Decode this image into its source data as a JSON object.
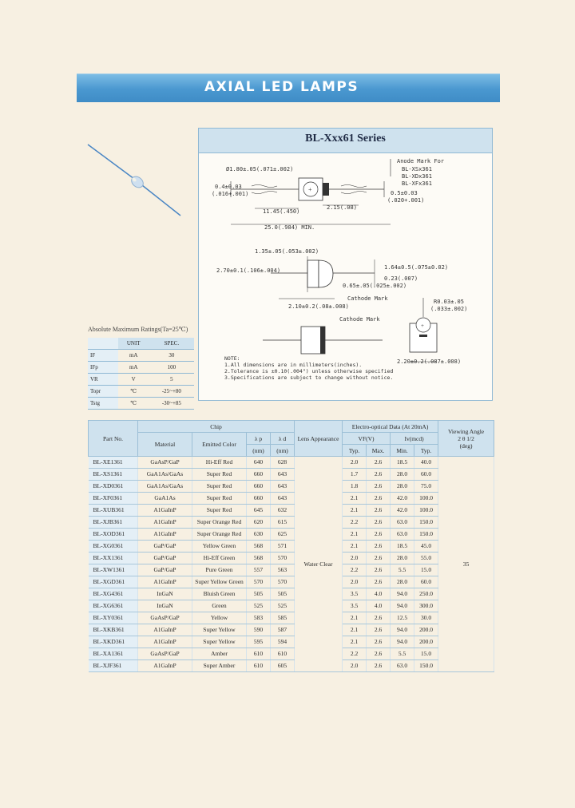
{
  "banner": {
    "title": "AXIAL LED LAMPS"
  },
  "drawing": {
    "series_title": "BL-Xxx61 Series",
    "anode_mark_label": "Anode Mark For",
    "anode_mark_parts": [
      "BL-XSx361",
      "BL-XDx361",
      "BL-XFx361"
    ],
    "dims": {
      "d1": "Ø1.80±.05(.071±.002)",
      "d2a": "0.4±0.03",
      "d2b": "(.016+.001)",
      "d3": "11.45(.450)",
      "d4": "2.15(.08)",
      "d5a": "0.5±0.03",
      "d5b": "(.020+.001)",
      "d6": "25.0(.984) MIN.",
      "d7": "1.35±.05(.053±.002)",
      "d8": "2.70±0.1(.106±.004)",
      "d9": "1.64±0.5(.075±0.02)",
      "d10": "0.23(.007)",
      "d11": "0.65±.05(.025±.002)",
      "cathode1": "Cathode Mark",
      "d12": "2.10±0.2(.08±.008)",
      "d13a": "R0.03±.05",
      "d13b": "(.033±.002)",
      "cathode2": "Cathode Mark",
      "d14": "2.20±0.2(.087±.008)"
    },
    "notes": [
      "NOTE:",
      "1.All dimensions are in millimeters(inches).",
      "2.Tolerance is ±0.10(.004\") unless otherwise specified",
      "3.Specifications are subject to change without notice."
    ]
  },
  "abs_max": {
    "title": "Absolute Maximum Ratings(Ta=25℃)",
    "headers": [
      "",
      "UNIT",
      "SPEC."
    ],
    "rows": [
      [
        "IF",
        "mA",
        "30"
      ],
      [
        "IFp",
        "mA",
        "100"
      ],
      [
        "VR",
        "V",
        "5"
      ],
      [
        "Topr",
        "℃",
        "-25~+80"
      ],
      [
        "Tstg",
        "℃",
        "-30~+85"
      ]
    ]
  },
  "specs": {
    "headers": {
      "part_no": "Part No.",
      "chip": "Chip",
      "material": "Material",
      "emitted_color": "Emitted Color",
      "lp": "λ p",
      "ld": "λ d",
      "nm1": "(nm)",
      "nm2": "(nm)",
      "lens": "Lens Appearance",
      "eo": "Electro-optical Data (At 20mA)",
      "vf": "VF(V)",
      "iv": "Iv(mcd)",
      "typ1": "Typ.",
      "max": "Max.",
      "min": "Min.",
      "typ2": "Typ.",
      "view1": "Viewing Angle",
      "view2": "2 θ 1/2",
      "view3": "(deg)"
    },
    "lens_value": "Water Clear",
    "angle_value": "35",
    "rows": [
      [
        "BL-XE1361",
        "GaAsP/GaP",
        "Hi-Eff Red",
        "640",
        "628",
        "2.0",
        "2.6",
        "18.5",
        "40.0"
      ],
      [
        "BL-XS1361",
        "GaA1As/GaAs",
        "Super Red",
        "660",
        "643",
        "1.7",
        "2.6",
        "28.0",
        "60.0"
      ],
      [
        "BL-XD0361",
        "GaA1As/GaAs",
        "Super Red",
        "660",
        "643",
        "1.8",
        "2.6",
        "28.0",
        "75.0"
      ],
      [
        "BL-XF0361",
        "GaA1As",
        "Super Red",
        "660",
        "643",
        "2.1",
        "2.6",
        "42.0",
        "100.0"
      ],
      [
        "BL-XUB361",
        "A1GaInP",
        "Super Red",
        "645",
        "632",
        "2.1",
        "2.6",
        "42.0",
        "100.0"
      ],
      [
        "BL-XJB361",
        "A1GaInP",
        "Super Orange Red",
        "620",
        "615",
        "2.2",
        "2.6",
        "63.0",
        "150.0"
      ],
      [
        "BL-XOD361",
        "A1GaInP",
        "Super Orange Red",
        "630",
        "625",
        "2.1",
        "2.6",
        "63.0",
        "150.0"
      ],
      [
        "BL-XG0361",
        "GaP/GaP",
        "Yellow Green",
        "568",
        "571",
        "2.1",
        "2.6",
        "18.5",
        "45.0"
      ],
      [
        "BL-XX1361",
        "GaP/GaP",
        "Hi-Eff Green",
        "568",
        "570",
        "2.0",
        "2.6",
        "28.0",
        "55.0"
      ],
      [
        "BL-XW1361",
        "GaP/GaP",
        "Pure Green",
        "557",
        "563",
        "2.2",
        "2.6",
        "5.5",
        "15.0"
      ],
      [
        "BL-XGD361",
        "A1GaInP",
        "Super Yellow Green",
        "570",
        "570",
        "2.0",
        "2.6",
        "28.0",
        "60.0"
      ],
      [
        "BL-XG4361",
        "InGaN",
        "Bluish Green",
        "505",
        "505",
        "3.5",
        "4.0",
        "94.0",
        "250.0"
      ],
      [
        "BL-XG6361",
        "InGaN",
        "Green",
        "525",
        "525",
        "3.5",
        "4.0",
        "94.0",
        "300.0"
      ],
      [
        "BL-XY0361",
        "GaAsP/GaP",
        "Yellow",
        "583",
        "585",
        "2.1",
        "2.6",
        "12.5",
        "30.0"
      ],
      [
        "BL-XKB361",
        "A1GaInP",
        "Super Yellow",
        "590",
        "587",
        "2.1",
        "2.6",
        "94.0",
        "200.0"
      ],
      [
        "BL-XKD361",
        "A1GaInP",
        "Super Yellow",
        "595",
        "594",
        "2.1",
        "2.6",
        "94.0",
        "200.0"
      ],
      [
        "BL-XA1361",
        "GaAsP/GaP",
        "Amber",
        "610",
        "610",
        "2.2",
        "2.6",
        "5.5",
        "15.0"
      ],
      [
        "BL-XJF361",
        "A1GaInP",
        "Super Amber",
        "610",
        "605",
        "2.0",
        "2.6",
        "63.0",
        "150.0"
      ]
    ]
  }
}
